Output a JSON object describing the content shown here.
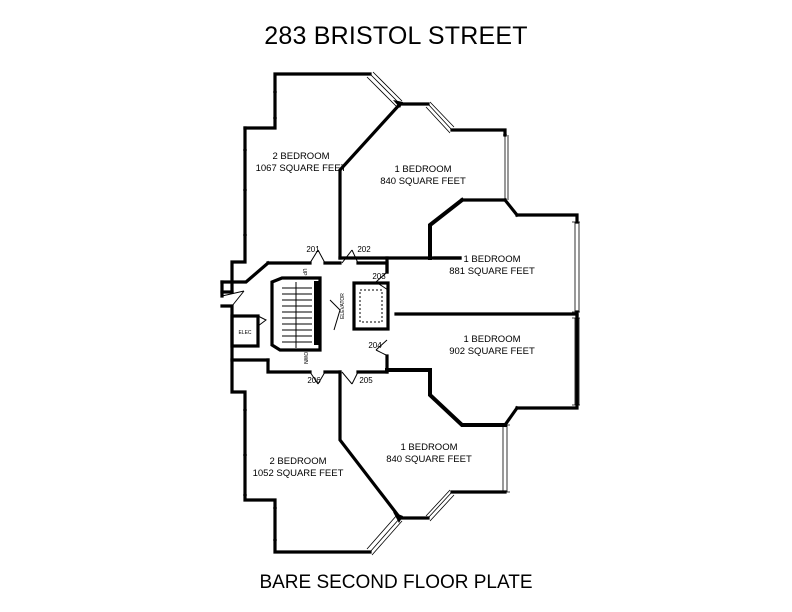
{
  "title": "283 BRISTOL STREET",
  "subtitle": "BARE SECOND FLOOR PLATE",
  "units": [
    {
      "type": "2 BEDROOM",
      "area": "1067 SQUARE FEET"
    },
    {
      "type": "1 BEDROOM",
      "area": "840 SQUARE FEET"
    },
    {
      "type": "1 BEDROOM",
      "area": "881 SQUARE FEET"
    },
    {
      "type": "1 BEDROOM",
      "area": "902 SQUARE FEET"
    },
    {
      "type": "1 BEDROOM",
      "area": "840 SQUARE FEET"
    },
    {
      "type": "2 BEDROOM",
      "area": "1052 SQUARE FEET"
    }
  ],
  "unit_numbers": [
    "201",
    "202",
    "203",
    "204",
    "205",
    "206"
  ],
  "core_labels": {
    "elevator": "ELEVATOR",
    "electrical": "ELEC",
    "stair_up": "UP",
    "stair_down": "DOWN"
  }
}
